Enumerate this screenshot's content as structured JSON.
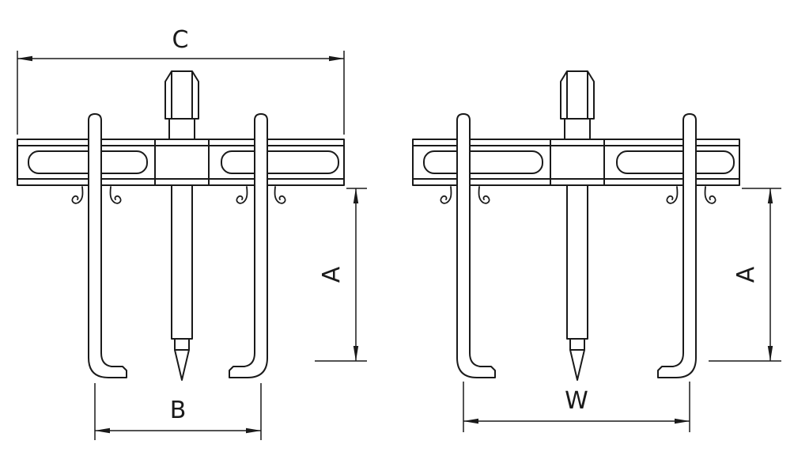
{
  "diagram": {
    "line_color": "#1a1a1a",
    "background_color": "#ffffff",
    "left_view": {
      "top_width_label": "C",
      "reach_label": "A",
      "spread_label": "B"
    },
    "right_view": {
      "reach_label": "A",
      "spread_label": "W"
    }
  }
}
